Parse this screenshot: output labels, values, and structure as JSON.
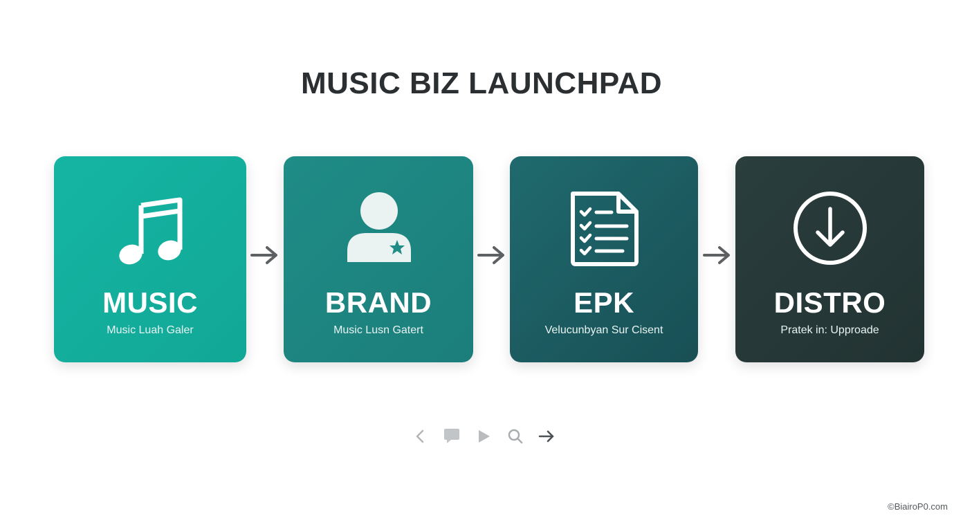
{
  "title": "MUSIC BIZ LAUNCHPAD",
  "colors": {
    "card_music": "#14b1a0",
    "card_brand": "#1f8a85",
    "card_epk": "#1b5c61",
    "card_distro": "#263938",
    "arrow": "#5d6163"
  },
  "steps": [
    {
      "label": "MUSIC",
      "subtitle": "Music Luah Galer",
      "icon": "music-note-icon"
    },
    {
      "label": "BRAND",
      "subtitle": "Music Lusn Gatert",
      "icon": "person-star-icon"
    },
    {
      "label": "EPK",
      "subtitle": "Velucunbyan Sur Cisent",
      "icon": "checklist-document-icon"
    },
    {
      "label": "DISTRO",
      "subtitle": "Pratek in: Upproade",
      "icon": "download-circle-icon"
    }
  ],
  "pager": {
    "icons": [
      "chevron-left-icon",
      "chat-bubble-icon",
      "play-icon",
      "search-icon",
      "arrow-right-icon"
    ]
  },
  "credit": "©BiairoP0.com"
}
